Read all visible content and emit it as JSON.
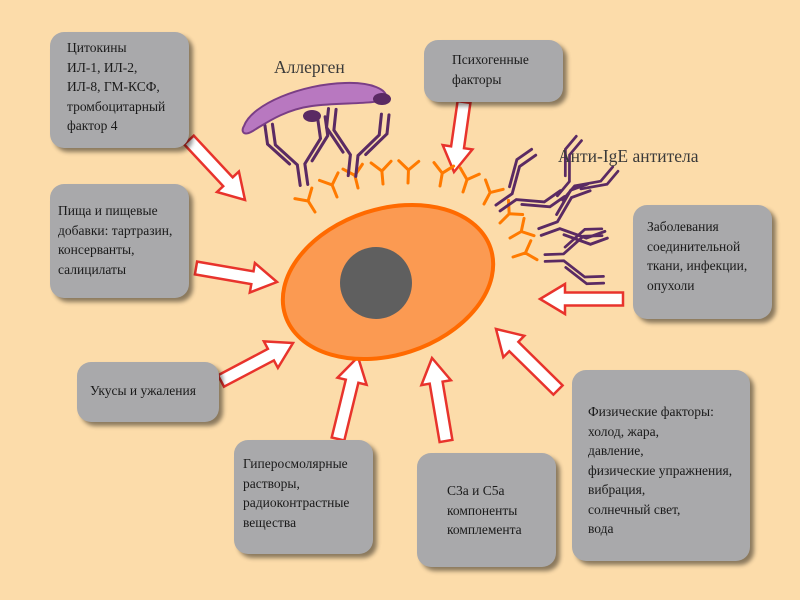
{
  "labels": {
    "allergen": "Аллерген",
    "anti_ige": "Анти-IgE антитела"
  },
  "boxes": {
    "cytokines": "Цитокины\nИЛ-1, ИЛ-2,\nИЛ-8, ГМ-КСФ,\nтромбоцитарный\nфактор 4",
    "psychogenic": "Психогенные\nфакторы",
    "food": "Пища и пищевые\nдобавки: тартразин,\nконсерванты,\nсалицилаты",
    "connective": "Заболевания\nсоединительной\nткани, инфекции,\nопухоли",
    "bites": "Укусы и ужаления",
    "hyperosmolar": "Гиперосмолярные\nрастворы,\nрадиоконтрастные\nвещества",
    "complement": "С3а и С5а\nкомпоненты\nкомплемента",
    "physical": "Физические факторы:\nхолод, жара,\nдавление,\nфизические упражнения,\nвибрация,\nсолнечный свет,\nвода"
  },
  "colors": {
    "background": "#fcdcaa",
    "cell": "#fb9a52",
    "cell_outline": "#ff6a00",
    "nucleus": "#5f5f5f",
    "receptor": "#ff7a00",
    "antibody": "#5a2a63",
    "allergen": "#b878c0",
    "arrow_fill": "#ffffff",
    "arrow_stroke": "#e8332c",
    "box": "#a9a9ab"
  }
}
